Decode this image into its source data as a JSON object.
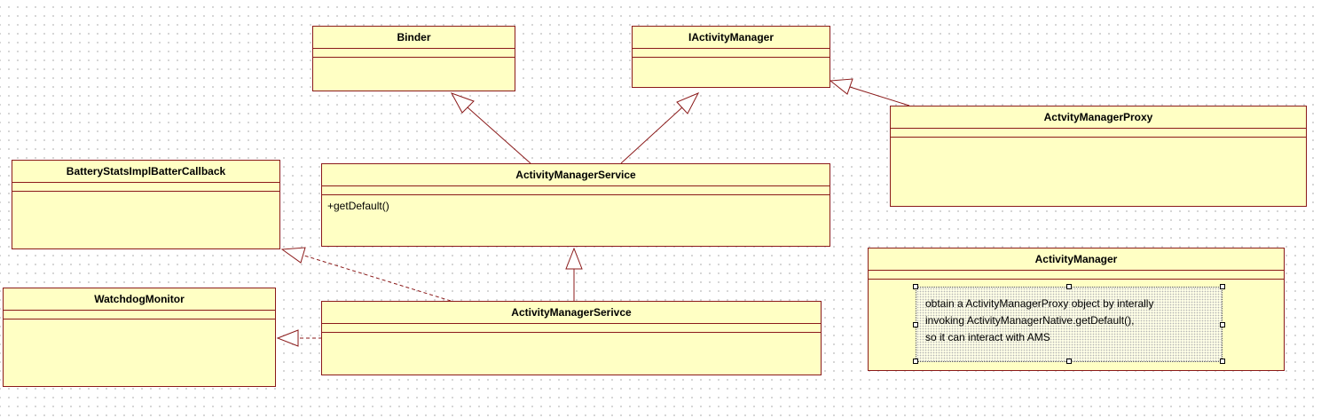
{
  "classes": {
    "binder": {
      "name": "Binder"
    },
    "iactivity_manager": {
      "name": "IActivityManager"
    },
    "activity_manager_proxy": {
      "name": "ActvityManagerProxy"
    },
    "battery_stats_callback": {
      "name": "BatteryStatsImplBatterCallback"
    },
    "activity_manager_service": {
      "name": "ActivityManagerService",
      "operations": [
        "+getDefault()"
      ]
    },
    "watchdog_monitor": {
      "name": "WatchdogMonitor"
    },
    "activity_manager_serivce": {
      "name": "ActivityManagerSerivce"
    },
    "activity_manager": {
      "name": "ActivityManager",
      "note_lines": [
        "obtain a ActivityManagerProxy object  by interally",
        " invoking ActivityManagerNative.getDefault(),",
        " so it can interact with AMS"
      ]
    }
  },
  "relationships": [
    {
      "from": "ActivityManagerService",
      "to": "Binder",
      "kind": "generalization"
    },
    {
      "from": "ActivityManagerService",
      "to": "IActivityManager",
      "kind": "generalization"
    },
    {
      "from": "ActvityManagerProxy",
      "to": "IActivityManager",
      "kind": "generalization"
    },
    {
      "from": "ActivityManagerSerivce",
      "to": "ActivityManagerService",
      "kind": "generalization"
    },
    {
      "from": "ActivityManagerSerivce",
      "to": "BatteryStatsImplBatterCallback",
      "kind": "realization"
    },
    {
      "from": "ActivityManagerSerivce",
      "to": "WatchdogMonitor",
      "kind": "realization"
    }
  ],
  "colors": {
    "class_fill": "#ffffc4",
    "class_border": "#8b1a1a",
    "connector": "#8b1a1a",
    "background": "#ffffff"
  }
}
